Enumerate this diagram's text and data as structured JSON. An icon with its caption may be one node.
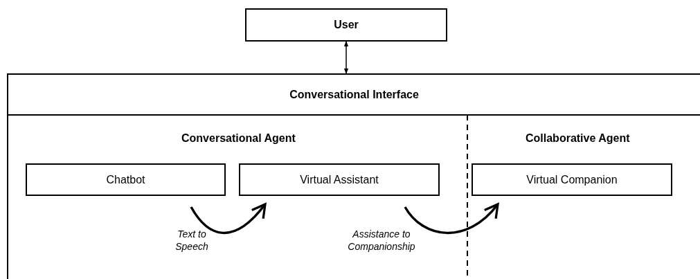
{
  "diagram": {
    "nodes": [
      {
        "text": [
          "User"
        ]
      },
      {
        "text": [
          "Conversational Interface"
        ]
      },
      {
        "text": [
          "Conversational Agent"
        ],
        "in": 1
      },
      {
        "text": [
          "Collaborative Agent"
        ],
        "in": 1
      },
      {
        "text": [
          "Chatbot"
        ],
        "in": 2
      },
      {
        "text": [
          "Virtual Assistant"
        ],
        "in": 2
      },
      {
        "text": [
          "Virtual Companion"
        ],
        "in": 3
      }
    ],
    "edges": [
      {
        "from": 0,
        "to": 1,
        "arrow": "both"
      },
      {
        "from": 4,
        "to": 5,
        "arrow": "to",
        "label": "Text to Speech"
      },
      {
        "from": 5,
        "to": 6,
        "arrow": "to",
        "label": "Assistance to Companionship"
      }
    ]
  }
}
